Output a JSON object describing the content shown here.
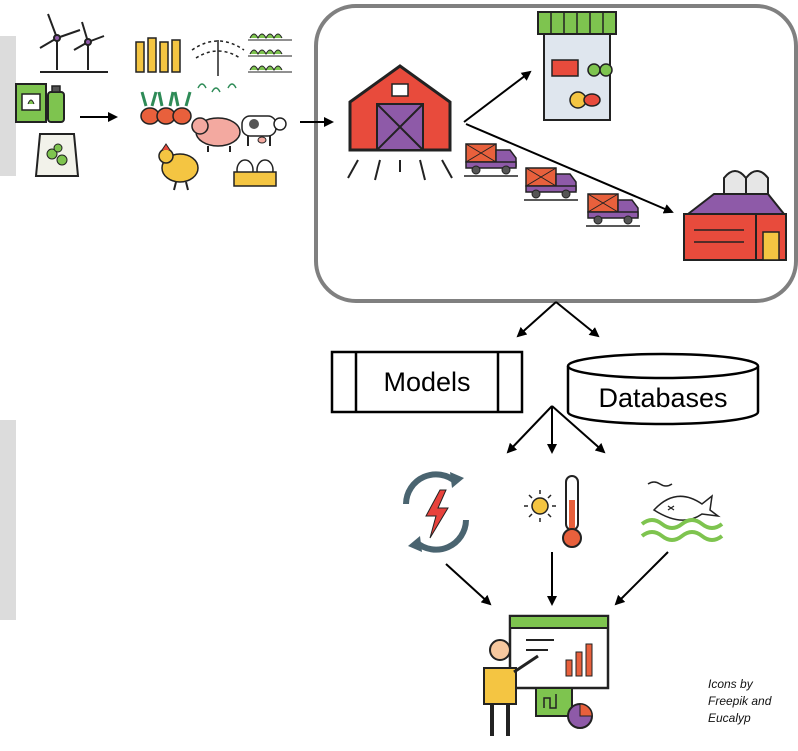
{
  "models_label": "Models",
  "databases_label": "Databases",
  "credits": [
    "Icons by",
    "Freepik and",
    "Eucalyp"
  ],
  "icons": {
    "energy": "wind-turbine-icon",
    "inputs": [
      "fertilizer-icon",
      "seed-bag-icon"
    ],
    "crops": [
      "wheat-icon",
      "irrigation-icon",
      "seedlings-icon",
      "carrot-icon"
    ],
    "livestock": [
      "pig-icon",
      "cow-icon",
      "chicken-icon",
      "eggs-icon"
    ],
    "farm": "barn-icon",
    "market": "market-stall-icon",
    "transport": "truck-icon",
    "storage": "warehouse-icon",
    "impacts": [
      "energy-cycle-icon",
      "temperature-icon",
      "marine-pollution-icon"
    ],
    "analysis": "dashboard-presenter-icon"
  },
  "colors": {
    "barn_red": "#e84b3c",
    "purple": "#8e5aa8",
    "green": "#7ec44f",
    "yellow": "#f4c542",
    "frame": "#808080",
    "side_bar": "#dcdcdc"
  }
}
